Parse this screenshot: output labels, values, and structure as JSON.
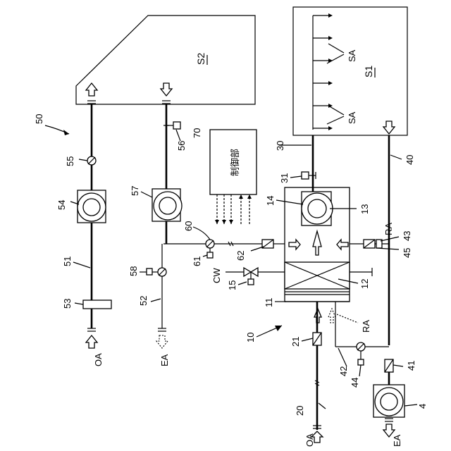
{
  "labels": {
    "n50": "50",
    "n55": "55",
    "n54": "54",
    "n51": "51",
    "n53": "53",
    "n58": "58",
    "n52": "52",
    "n56": "56",
    "n57": "57",
    "n60": "60",
    "n61": "61",
    "n62": "62",
    "n70": "70",
    "n30": "30",
    "n31": "31",
    "n14": "14",
    "n13": "13",
    "n43": "43",
    "n45": "45",
    "n12": "12",
    "n11": "11",
    "n15": "15",
    "n10": "10",
    "n21": "21",
    "n42": "42",
    "n44": "44",
    "n41": "41",
    "n40": "40",
    "n20": "20",
    "n4": "4"
  },
  "zones": {
    "s1": "S1",
    "s2": "S2"
  },
  "streams": {
    "oa_left": "OA",
    "ea_left": "EA",
    "cw": "CW",
    "sa_upper": "SA",
    "sa_lower": "SA",
    "ra_right": "RA",
    "ra_lower": "RA",
    "oa_bottom": "OA",
    "ea_bottom": "EA"
  },
  "controller": {
    "label": "制御部"
  }
}
